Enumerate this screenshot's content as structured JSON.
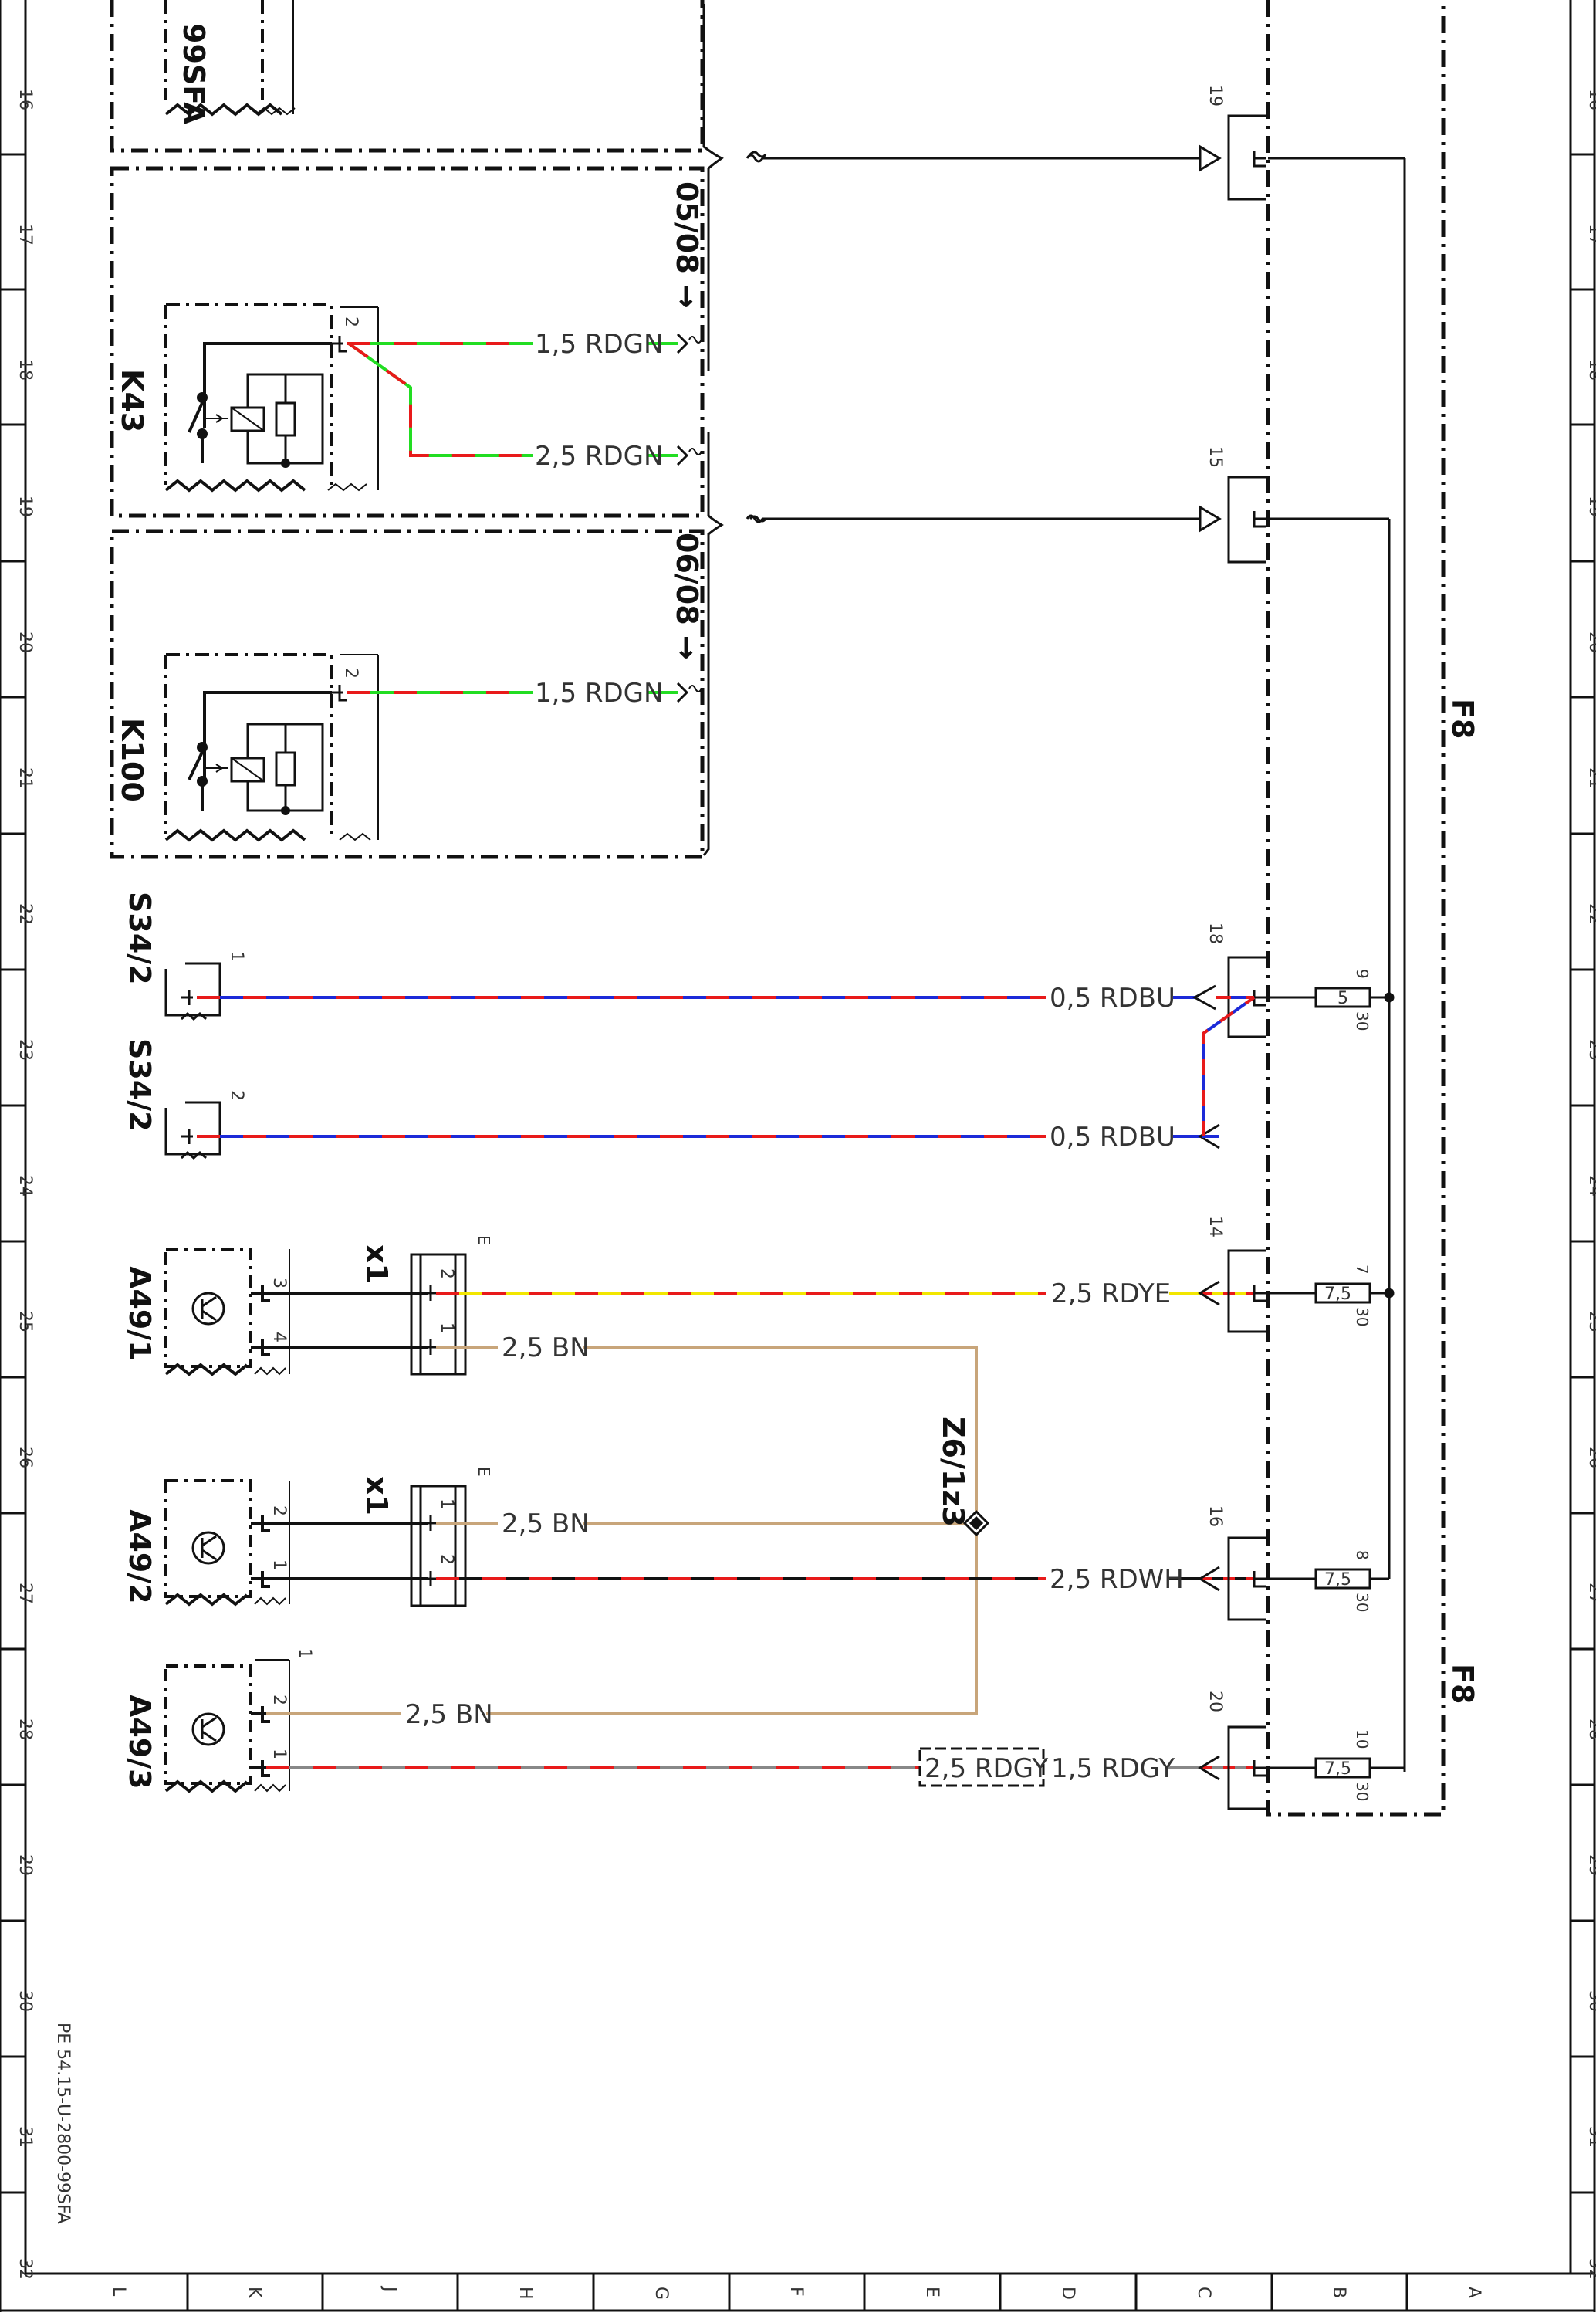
{
  "colors": {
    "red": "#e81a1a",
    "green": "#22dd22",
    "blue": "#1c2ad8",
    "yellow": "#f2e600",
    "brown": "#c8a57a",
    "gray": "#888888",
    "white": "#ffffff",
    "black": "#111111"
  },
  "grid": {
    "rows": [
      "16",
      "17",
      "18",
      "19",
      "20",
      "21",
      "22",
      "23",
      "24",
      "25",
      "26",
      "27",
      "28",
      "29",
      "30",
      "31",
      "32"
    ],
    "columns": [
      "L",
      "K",
      "J",
      "H",
      "G",
      "F",
      "E",
      "D",
      "C",
      "B",
      "A"
    ]
  },
  "drawing_number": "PE 54.15-U-2800-99SFA",
  "components": {
    "top_ref": "99SFA",
    "k43": "K43",
    "k100": "K100",
    "s34_2_a": "S34/2",
    "s34_2_b": "S34/2",
    "a49_1": "A49/1",
    "a49_2": "A49/2",
    "a49_3": "A49/3",
    "x1_a": "x1",
    "x1_b": "x1",
    "splice": "Z6/1z3",
    "fuse_box": "F8",
    "fuse_box_2": "F8"
  },
  "ranges": {
    "range_a": "05/08 →",
    "range_b": "06/08 →"
  },
  "pins": {
    "k43": "2",
    "k100": "2",
    "s34_a": "1",
    "s34_b": "2",
    "a49_1_top": "3",
    "a49_1_bot": "4",
    "a49_2_top": "2",
    "a49_2_bot": "1",
    "a49_3_top": "2",
    "a49_3_bot": "1",
    "a49_3_corner": "1",
    "x1a_top": "2",
    "x1a_bot": "1",
    "x1a_tag": "E",
    "x1b_top": "1",
    "x1b_bot": "2",
    "x1b_tag": "E"
  },
  "wires": {
    "w_k43_a": "1,5 RDGN",
    "w_k43_b": "2,5 RDGN",
    "w_k100": "1,5 RDGN",
    "w_s34_a": "0,5 RDBU",
    "w_s34_b": "0,5 RDBU",
    "w_a49_1_top": "2,5 RDYE",
    "w_a49_1_bot": "2,5 BN",
    "w_a49_2_top": "2,5 BN",
    "w_a49_2_bot": "2,5 RDWH",
    "w_a49_3_top": "2,5 BN",
    "w_a49_3_box": "2,5 RDGY",
    "w_a49_3_bot": "1,5 RDGY"
  },
  "connectors": {
    "c19": "19",
    "c15": "15",
    "c18": "18",
    "c14": "14",
    "c16": "16",
    "c20": "20"
  },
  "fuses": {
    "f9_num": "9",
    "f9_val": "5",
    "f9_term": "30",
    "f7_num": "7",
    "f7_val": "7,5",
    "f7_term": "30",
    "f8_num": "8",
    "f8_val": "7,5",
    "f8_term": "30",
    "f10_num": "10",
    "f10_val": "7,5",
    "f10_term": "30"
  }
}
